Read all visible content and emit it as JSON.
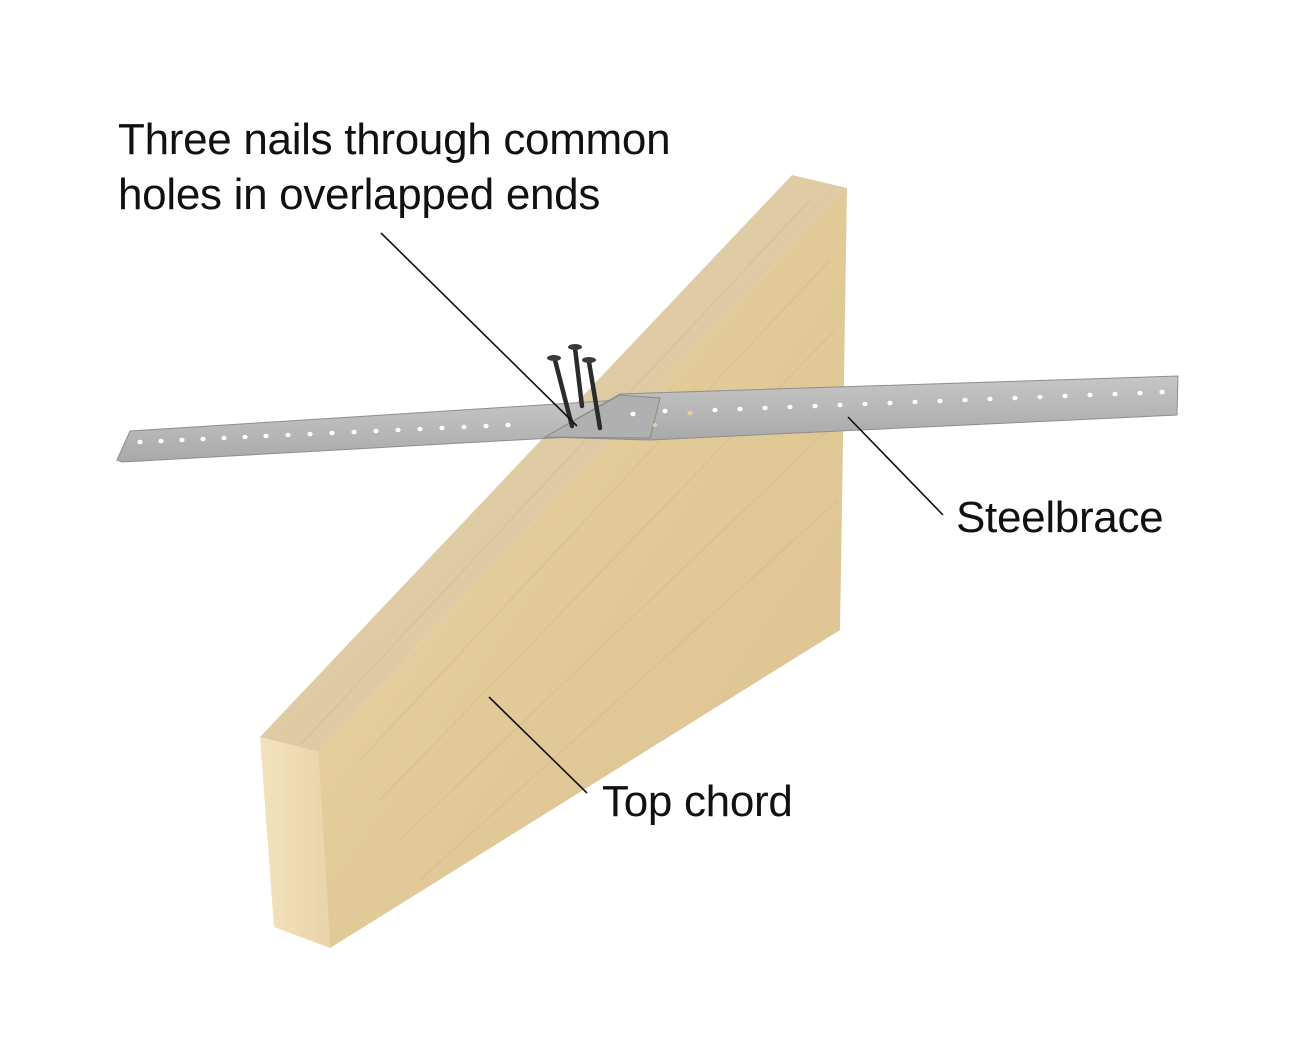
{
  "labels": {
    "nails_line1": "Three nails through common",
    "nails_line2": "holes in overlapped ends",
    "steelbrace": "Steelbrace",
    "top_chord": "Top chord"
  },
  "colors": {
    "background": "#ffffff",
    "timber_top": "#ddc9a2",
    "timber_side": "#e6cf9e",
    "timber_end": "#efdcb2",
    "steel": "#b8b8b8",
    "steel_edge": "#8e8e8e",
    "nail": "#2b2b2b",
    "leader_line": "#111111",
    "text": "#111111"
  }
}
